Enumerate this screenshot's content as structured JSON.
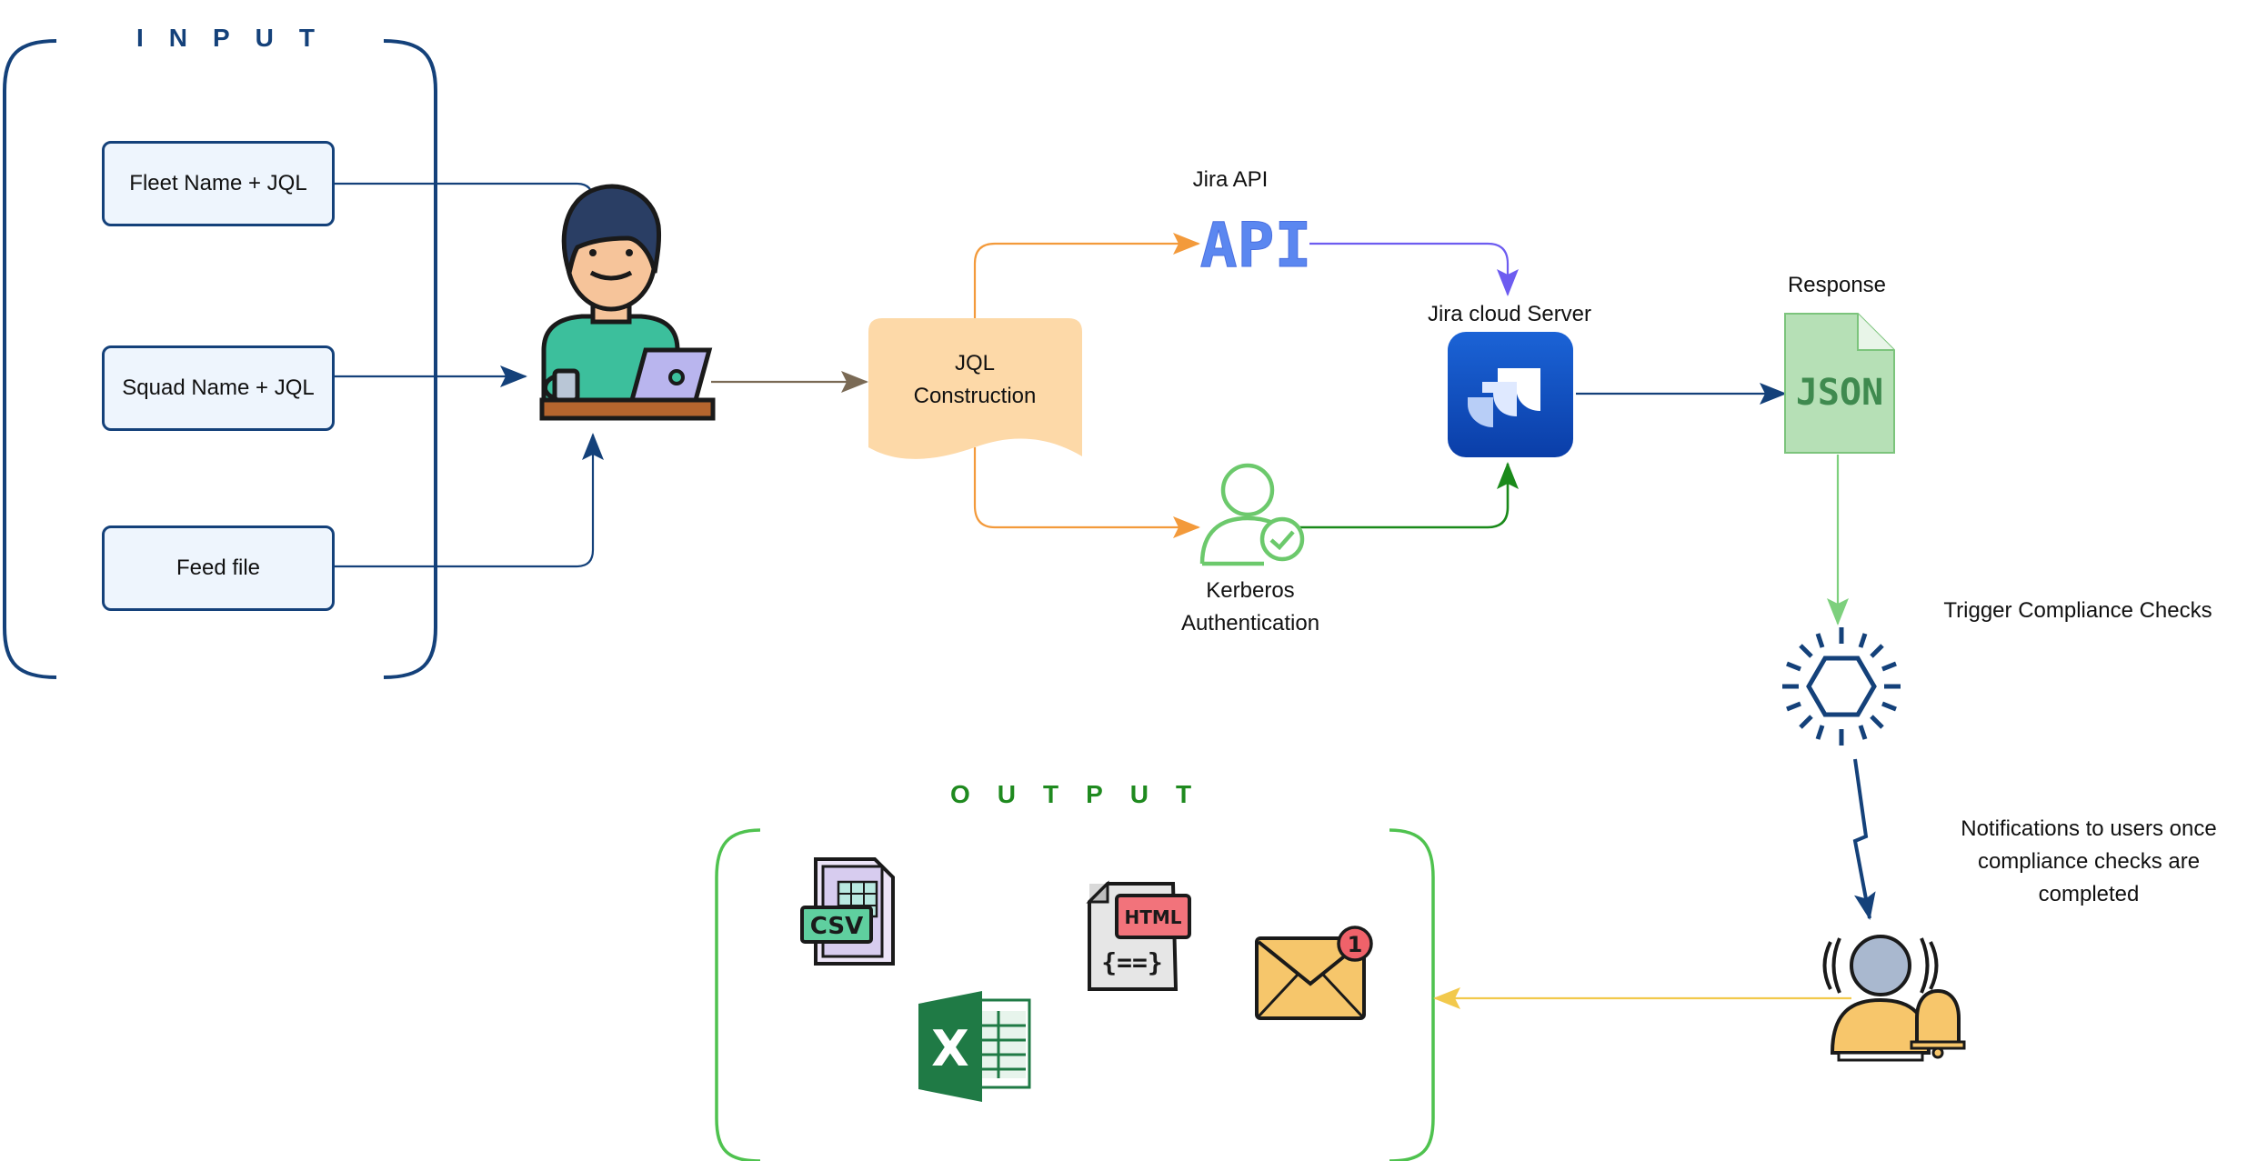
{
  "input": {
    "title": "INPUT",
    "items": [
      {
        "label": "Fleet Name + JQL"
      },
      {
        "label": "Squad Name + JQL"
      },
      {
        "label": "Feed file"
      }
    ]
  },
  "jql_construction": {
    "label": "JQL Construction"
  },
  "jira_api": {
    "caption": "Jira API",
    "icon_text": "API"
  },
  "kerberos": {
    "caption": "Kerberos Authentication"
  },
  "jira_server": {
    "caption": "Jira cloud Server"
  },
  "response": {
    "caption": "Response",
    "icon_text": "JSON"
  },
  "compliance": {
    "caption": "Trigger Compliance Checks"
  },
  "notifications": {
    "caption": "Notifications to users once compliance checks are completed"
  },
  "output": {
    "title": "OUTPUT",
    "csv_icon_text": "CSV",
    "html_icon_text": "HTML",
    "html_code_text": "{==}",
    "excel_icon_text": "X",
    "mail_badge": "1"
  },
  "colors": {
    "navy": "#14417a",
    "orange": "#f39a3b",
    "purple": "#6d5cf0",
    "green_dark": "#1a8a1a",
    "green_light": "#7dd07d",
    "yellow": "#f2c94c",
    "output_border": "#4fc24f"
  }
}
